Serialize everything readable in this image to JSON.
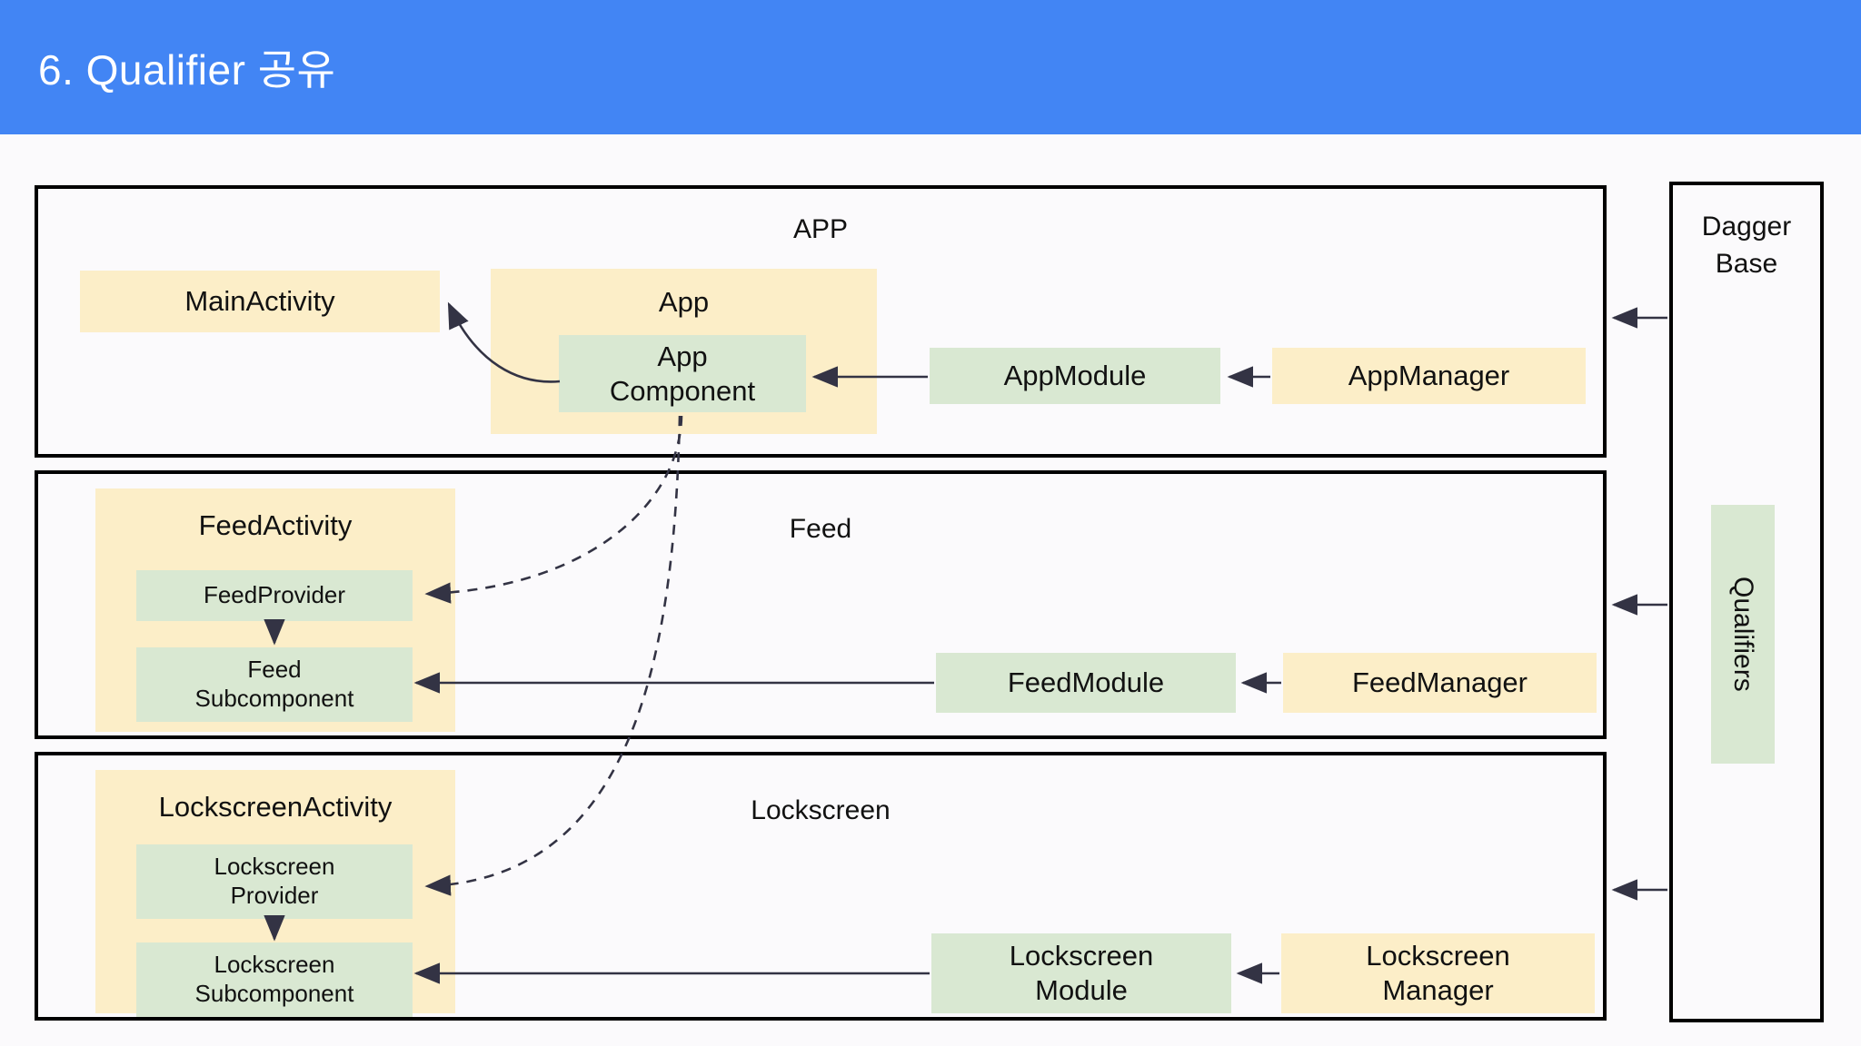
{
  "header": {
    "title": "6. Qualifier 공유",
    "background_color": "#4285f4",
    "text_color": "#ffffff"
  },
  "colors": {
    "yellow_node": "#fceec8",
    "green_node": "#d9e8d2",
    "frame_border": "#000000",
    "canvas_background": "#fbfafc",
    "arrow": "#333344"
  },
  "diagram": {
    "type": "architecture-dependency-diagram",
    "layers": [
      {
        "id": "app",
        "title": "APP",
        "nodes": [
          {
            "id": "main-activity",
            "label": "MainActivity",
            "color": "yellow"
          },
          {
            "id": "app-group",
            "label": "App",
            "color": "yellow"
          },
          {
            "id": "app-component",
            "label": "App\nComponent",
            "color": "green"
          },
          {
            "id": "app-module",
            "label": "AppModule",
            "color": "green"
          },
          {
            "id": "app-manager",
            "label": "AppManager",
            "color": "yellow"
          }
        ]
      },
      {
        "id": "feed",
        "title": "Feed",
        "nodes": [
          {
            "id": "feed-activity",
            "label": "FeedActivity",
            "color": "yellow"
          },
          {
            "id": "feed-provider",
            "label": "FeedProvider",
            "color": "green"
          },
          {
            "id": "feed-subcomponent",
            "label": "Feed\nSubcomponent",
            "color": "green"
          },
          {
            "id": "feed-module",
            "label": "FeedModule",
            "color": "green"
          },
          {
            "id": "feed-manager",
            "label": "FeedManager",
            "color": "yellow"
          }
        ]
      },
      {
        "id": "lockscreen",
        "title": "Lockscreen",
        "nodes": [
          {
            "id": "lockscreen-activity",
            "label": "LockscreenActivity",
            "color": "yellow"
          },
          {
            "id": "lockscreen-provider",
            "label": "Lockscreen\nProvider",
            "color": "green"
          },
          {
            "id": "lockscreen-subcomponent",
            "label": "Lockscreen\nSubcomponent",
            "color": "green"
          },
          {
            "id": "lockscreen-module",
            "label": "Lockscreen\nModule",
            "color": "green"
          },
          {
            "id": "lockscreen-manager",
            "label": "Lockscreen\nManager",
            "color": "yellow"
          }
        ]
      }
    ],
    "side_panel": {
      "id": "dagger-base",
      "title": "Dagger\nBase",
      "title_line1": "Dagger",
      "title_line2": "Base",
      "badge": {
        "id": "qualifiers",
        "label": "Qualifiers",
        "color": "green",
        "orientation": "vertical"
      }
    },
    "edges": [
      {
        "from": "app-component",
        "to": "main-activity",
        "style": "solid-curved"
      },
      {
        "from": "app-module",
        "to": "app-component",
        "style": "solid"
      },
      {
        "from": "app-manager",
        "to": "app-module",
        "style": "solid"
      },
      {
        "from": "app-component",
        "to": "feed-provider",
        "style": "dashed-curved"
      },
      {
        "from": "app-component",
        "to": "lockscreen-provider",
        "style": "dashed-curved"
      },
      {
        "from": "feed-provider",
        "to": "feed-subcomponent",
        "style": "solid"
      },
      {
        "from": "feed-module",
        "to": "feed-subcomponent",
        "style": "solid"
      },
      {
        "from": "feed-manager",
        "to": "feed-module",
        "style": "solid"
      },
      {
        "from": "lockscreen-provider",
        "to": "lockscreen-subcomponent",
        "style": "solid"
      },
      {
        "from": "lockscreen-module",
        "to": "lockscreen-subcomponent",
        "style": "solid"
      },
      {
        "from": "lockscreen-manager",
        "to": "lockscreen-module",
        "style": "solid"
      },
      {
        "from": "dagger-base",
        "to": "app",
        "style": "solid"
      },
      {
        "from": "dagger-base",
        "to": "feed",
        "style": "solid"
      },
      {
        "from": "dagger-base",
        "to": "lockscreen",
        "style": "solid"
      }
    ]
  }
}
